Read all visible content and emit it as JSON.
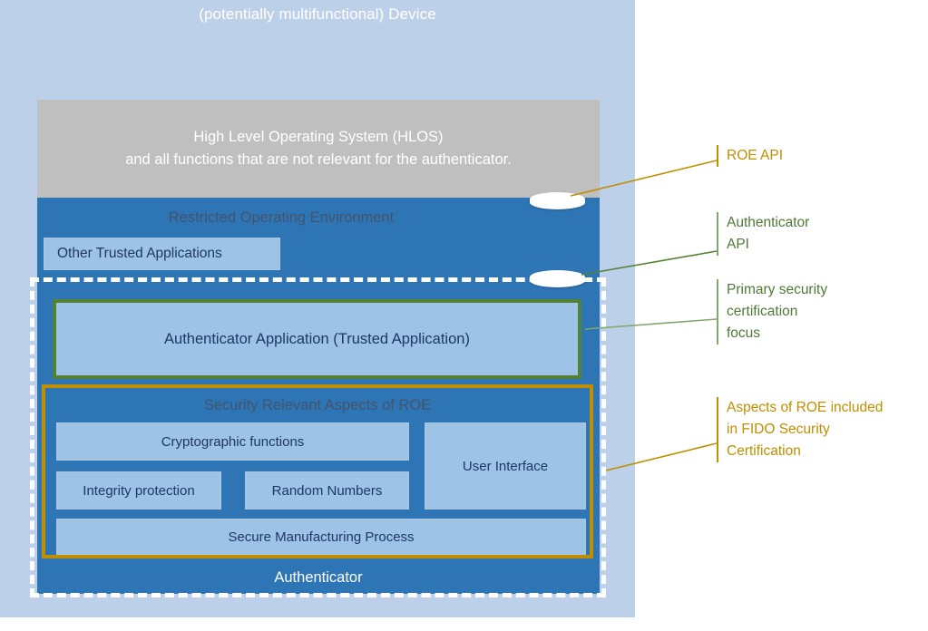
{
  "device": {
    "title": "(potentially multifunctional) Device"
  },
  "hlos": {
    "label": "High Level Operating System (HLOS)\nand all functions that are not relevant for the authenticator."
  },
  "roe": {
    "title": "Restricted Operating Environment",
    "other_trusted_applications": "Other Trusted Applications"
  },
  "authenticator": {
    "application_label": "Authenticator Application (Trusted Application)",
    "band_label": "Authenticator"
  },
  "security_aspects": {
    "title": "Security Relevant Aspects of ROE",
    "boxes": [
      {
        "label": "Cryptographic functions"
      },
      {
        "label": "Integrity protection"
      },
      {
        "label": "Random Numbers"
      },
      {
        "label": "User Interface"
      },
      {
        "label": "Secure Manufacturing Process"
      }
    ]
  },
  "connectors": [
    {
      "name": "roe-api-pill"
    },
    {
      "name": "authenticator-api-pill"
    }
  ],
  "callouts": [
    {
      "label": "ROE API",
      "color": "#BF8F00"
    },
    {
      "label": "Authenticator\nAPI",
      "color": "#4E7A35"
    },
    {
      "label": "Primary security\ncertification\nfocus",
      "color": "#4E7A35"
    },
    {
      "label": "Aspects of ROE included\nin FIDO Security\nCertification",
      "color": "#BF8F00"
    }
  ],
  "colors": {
    "device_background": "#BDD0EA",
    "hlos_gray": "#BFBFBF",
    "roe_blue": "#2E75B6",
    "sub_box_blue": "#9DC3E6",
    "green_accent": "#548235",
    "gold_accent": "#BF8F00",
    "dark_text": "#1F3864",
    "muted_title": "#44546A"
  }
}
